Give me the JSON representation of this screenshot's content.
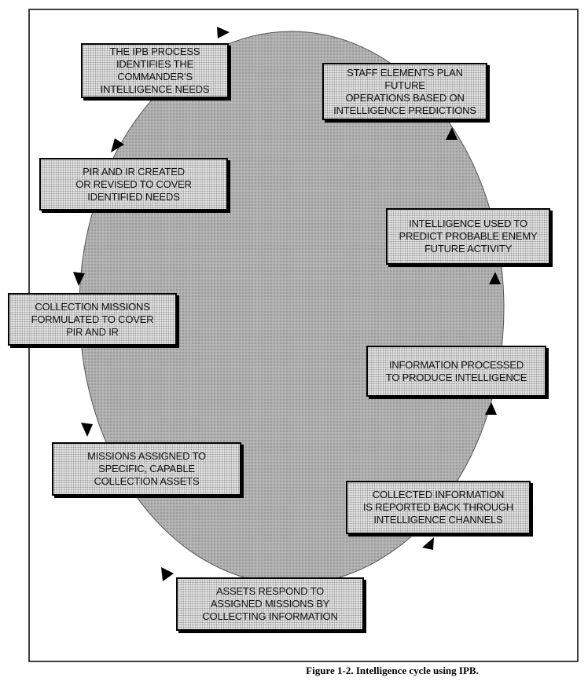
{
  "diagram": {
    "type": "cycle",
    "steps": [
      "THE IPB PROCESS\nIDENTIFIES THE COMMANDER'S\nINTELLIGENCE NEEDS",
      "PIR AND IR CREATED\nOR REVISED TO COVER\nIDENTIFIED NEEDS",
      "COLLECTION MISSIONS\nFORMULATED TO COVER\nPIR AND IR",
      "MISSIONS ASSIGNED TO\nSPECIFIC, CAPABLE\nCOLLECTION ASSETS",
      "ASSETS RESPOND TO\nASSIGNED MISSIONS BY\nCOLLECTING INFORMATION",
      "COLLECTED INFORMATION\nIS REPORTED BACK THROUGH\nINTELLIGENCE CHANNELS",
      "INFORMATION PROCESSED\nTO PRODUCE INTELLIGENCE",
      "INTELLIGENCE USED TO\nPREDICT PROBABLE ENEMY\nFUTURE ACTIVITY",
      "STAFF ELEMENTS PLAN FUTURE\nOPERATIONS BASED ON\nINTELLIGENCE PREDICTIONS"
    ],
    "direction": "counterclockwise"
  },
  "caption": "Figure 1-2.  Intelligence cycle using IPB.",
  "colors": {
    "ellipse": "#a9a9a9",
    "box": "#e4e4e4",
    "line": "#000000"
  }
}
